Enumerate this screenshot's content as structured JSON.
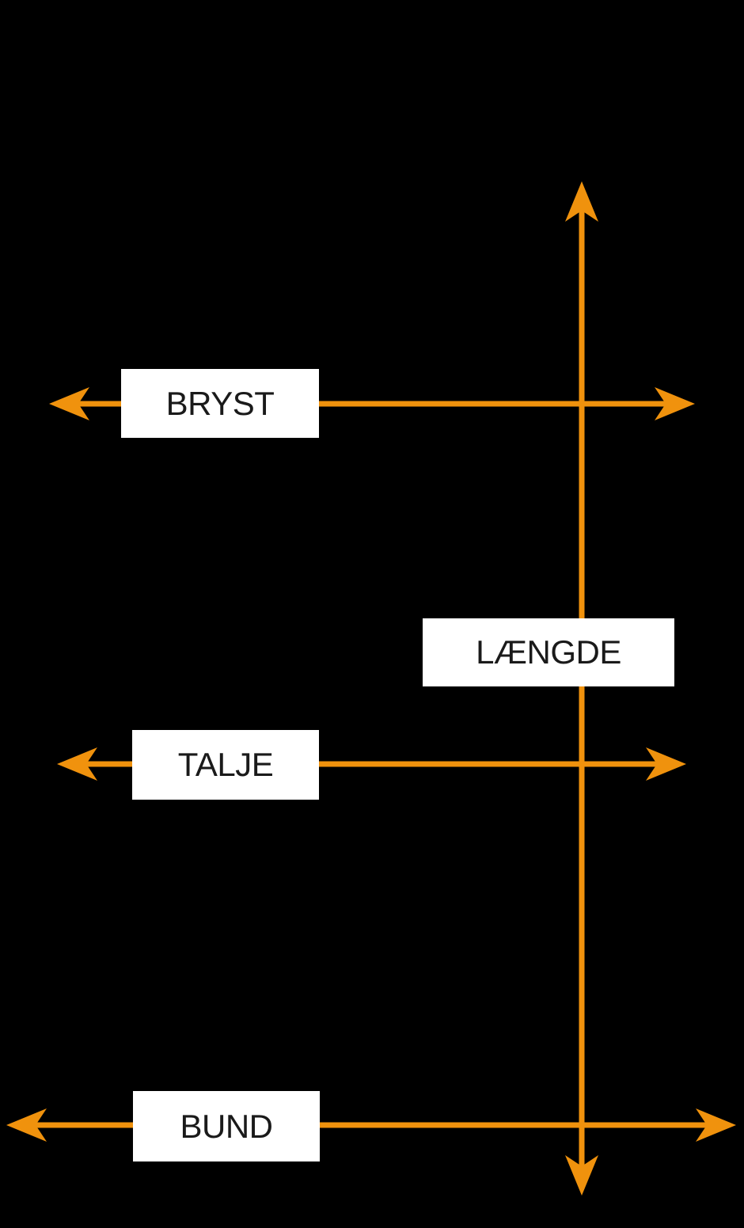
{
  "diagram": {
    "labels": {
      "chest": "BRYST",
      "length": "LÆNGDE",
      "waist": "TALJE",
      "bottom": "BUND"
    }
  },
  "colors": {
    "background": "#000000",
    "arrow": "#F0920D",
    "label-bg": "#FFFFFF",
    "label-text": "#1A1A1A"
  }
}
